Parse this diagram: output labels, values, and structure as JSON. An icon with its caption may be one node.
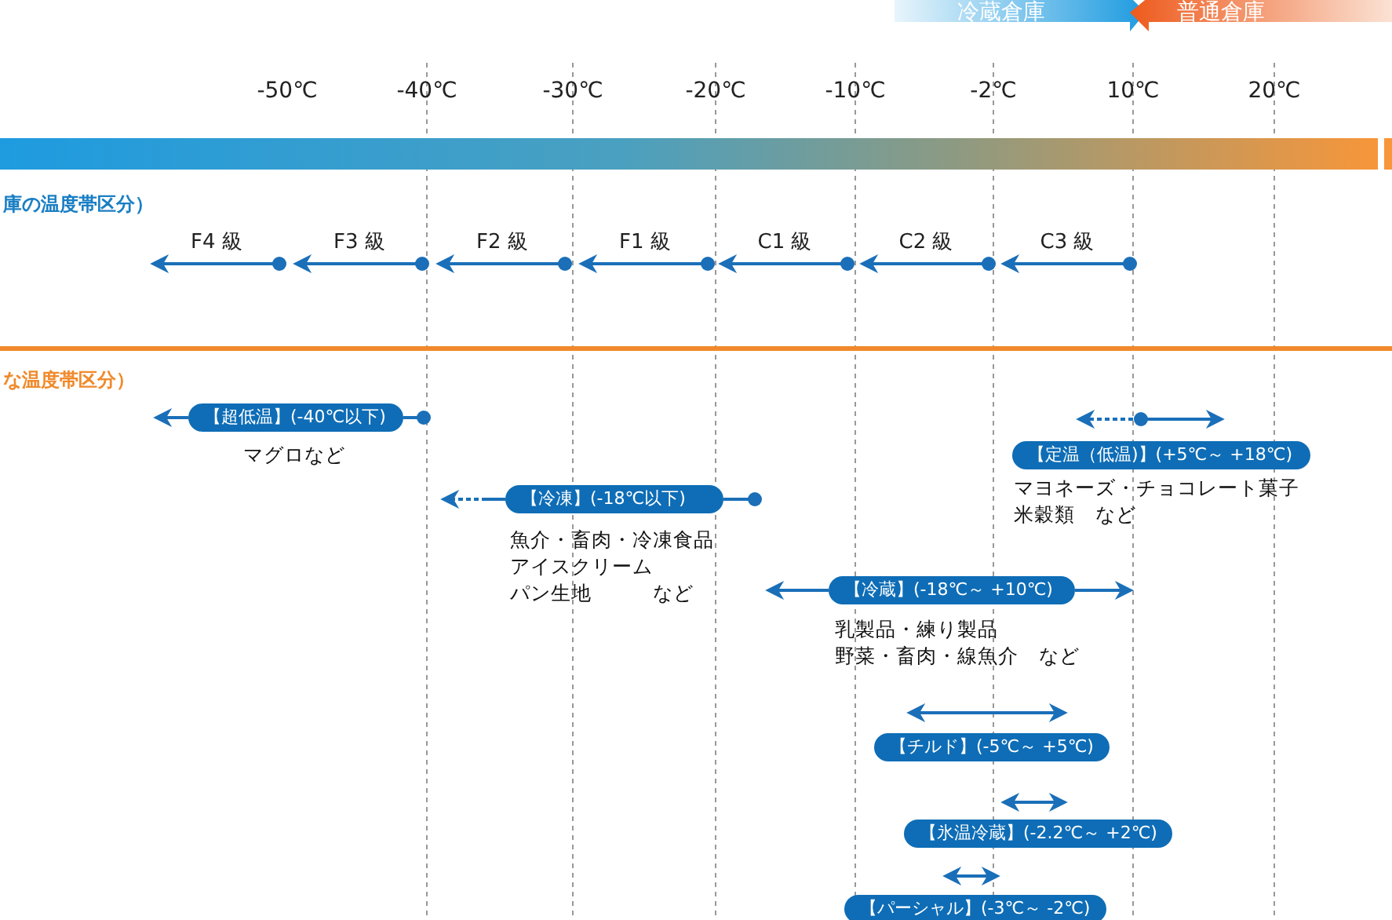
{
  "diagram": {
    "nodes": [
      {
        "text": [
          "冷蔵倉庫"
        ]
      },
      {
        "text": [
          "普通倉庫"
        ]
      },
      {
        "text": [
          "【超低温】(-40℃以下)"
        ],
        "beside": [
          "マグロなど"
        ]
      },
      {
        "text": [
          "【定温（低温)】(+5℃～ +18℃)"
        ],
        "beside": [
          "マヨネーズ・チョコレート菓子",
          "米穀類　など"
        ]
      },
      {
        "text": [
          "【冷凍】(-18℃以下)"
        ],
        "beside": [
          "魚介・畜肉・冷凍食品",
          "アイスクリーム",
          "パン生地　　　など"
        ]
      },
      {
        "text": [
          "【冷蔵】(-18℃～ +10℃)"
        ],
        "beside": [
          "乳製品・練り製品",
          "野菜・畜肉・線魚介　など"
        ]
      },
      {
        "text": [
          "【チルド】(-5℃～ +5℃)"
        ]
      },
      {
        "text": [
          "【氷温冷蔵】(-2.2℃～ +2℃)"
        ]
      },
      {
        "text": [
          "【パーシャル】(-3℃～ -2℃)"
        ]
      }
    ],
    "edges": [],
    "labels": [
      "-50℃",
      "-40℃",
      "-30℃",
      "-20℃",
      "-10℃",
      "-2℃",
      "10℃",
      "20℃",
      "庫の温度帯区分）",
      "F4 級",
      "F3 級",
      "F2 級",
      "F1 級",
      "C1 級",
      "C2 級",
      "C3 級",
      "な温度帯区分）"
    ]
  }
}
